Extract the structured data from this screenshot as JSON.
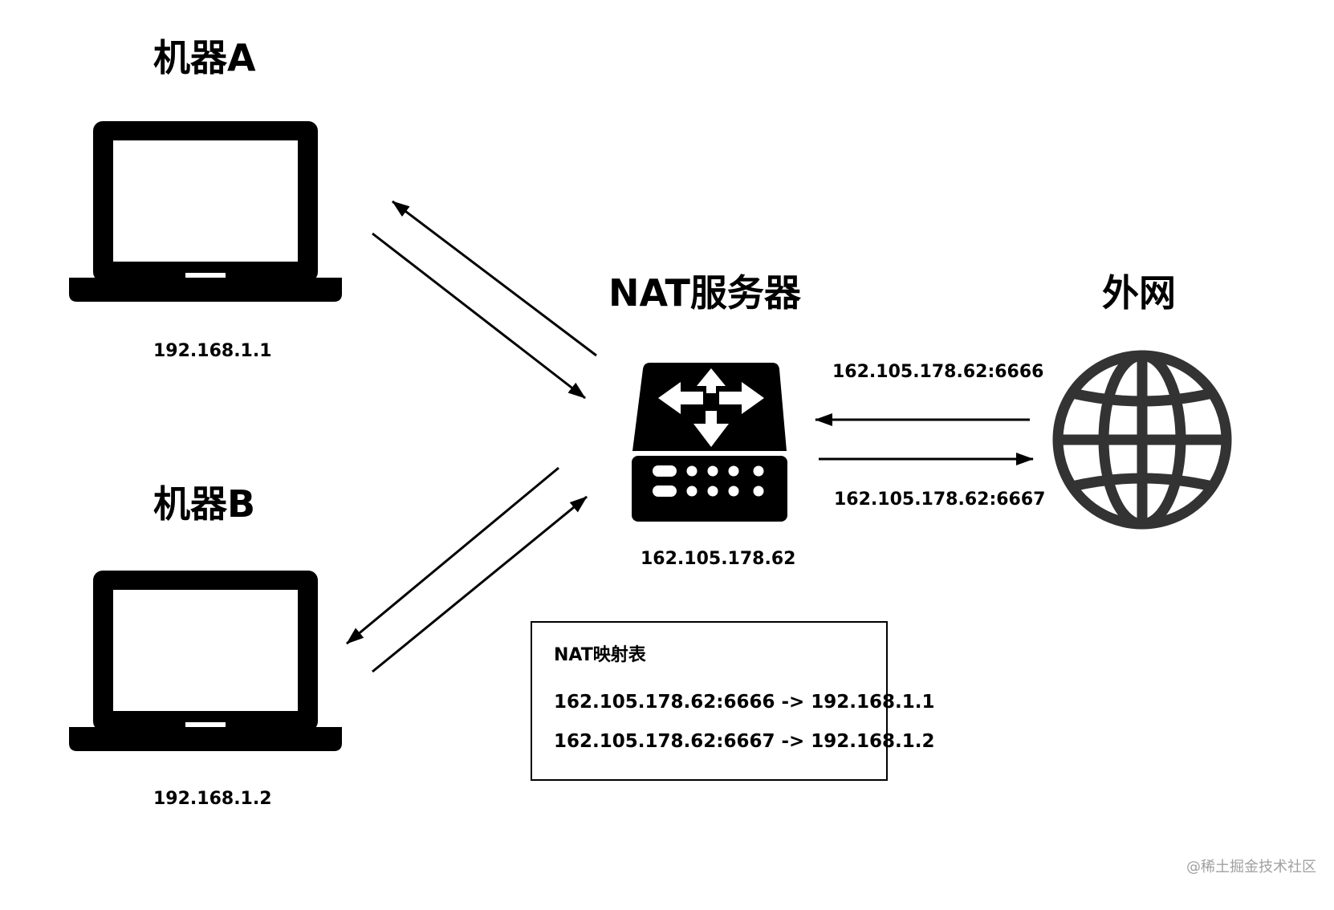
{
  "machine_a": {
    "title": "机器A",
    "ip": "192.168.1.1"
  },
  "machine_b": {
    "title": "机器B",
    "ip": "192.168.1.2"
  },
  "nat_server": {
    "title": "NAT服务器",
    "ip": "162.105.178.62"
  },
  "internet": {
    "title": "外网"
  },
  "links": {
    "inbound_label": "162.105.178.62:6666",
    "outbound_label": "162.105.178.62:6667"
  },
  "nat_table": {
    "title": "NAT映射表",
    "rows": [
      "162.105.178.62:6666 -> 192.168.1.1",
      "162.105.178.62:6667 -> 192.168.1.2"
    ]
  },
  "watermark": "@稀土掘金技术社区",
  "colors": {
    "ink": "#000000",
    "globe": "#333333",
    "watermark": "#a0a0a0"
  }
}
